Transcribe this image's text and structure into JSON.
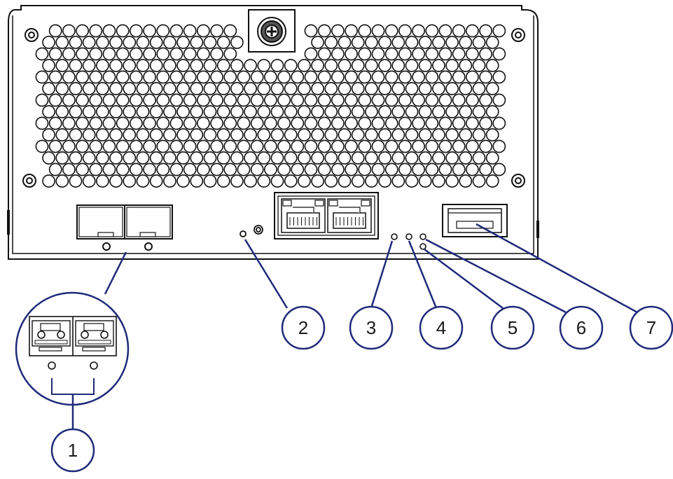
{
  "diagram": {
    "colors": {
      "outline": "#111111",
      "callout": "#1f2a7a",
      "panel_fill": "#ffffff"
    },
    "callouts": [
      {
        "id": "1",
        "label": "1"
      },
      {
        "id": "2",
        "label": "2"
      },
      {
        "id": "3",
        "label": "3"
      },
      {
        "id": "4",
        "label": "4"
      },
      {
        "id": "5",
        "label": "5"
      },
      {
        "id": "6",
        "label": "6"
      },
      {
        "id": "7",
        "label": "7"
      }
    ]
  }
}
